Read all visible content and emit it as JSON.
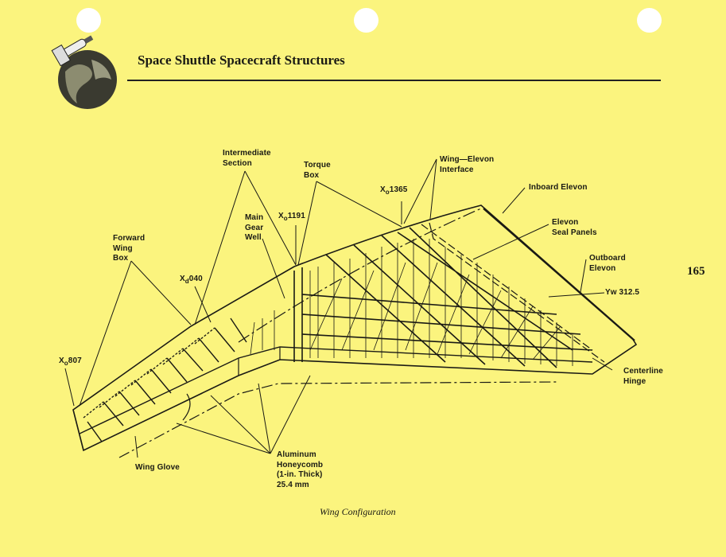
{
  "header": {
    "title": "Space Shuttle Spacecraft Structures"
  },
  "page_number": "165",
  "caption": "Wing Configuration",
  "labels": {
    "intermediate_section": "Intermediate\nSection",
    "torque_box": "Torque\nBox",
    "wing_elevon_interface": "Wing—Elevon\nInterface",
    "inboard_elevon": "Inboard Elevon",
    "elevon_seal_panels": "Elevon\nSeal Panels",
    "outboard_elevon": "Outboard\nElevon",
    "yw": "Yw 312.5",
    "centerline_hinge": "Centerline\nHinge",
    "main_gear_well": "Main\nGear\nWell",
    "forward_wing_box": "Forward\nWing\nBox",
    "wing_glove": "Wing Glove",
    "aluminum_honeycomb": "Aluminum\nHoneycomb\n(1-in. Thick)\n25.4 mm",
    "x1365": {
      "prefix": "X",
      "sub": "o",
      "value": "1365"
    },
    "x1191": {
      "prefix": "X",
      "sub": "o",
      "value": "1191"
    },
    "x1040": {
      "prefix": "X",
      "sub": "d",
      "value": "040"
    },
    "x807": {
      "prefix": "X",
      "sub": "o",
      "value": "807"
    }
  },
  "colors": {
    "paper": "#fbf47e",
    "ink": "#1a1a14"
  }
}
